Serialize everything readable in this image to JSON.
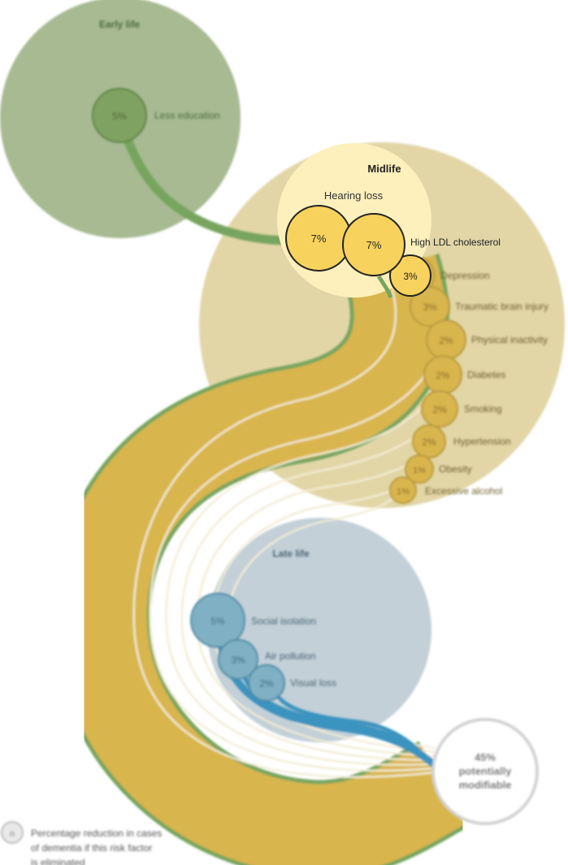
{
  "stages": {
    "early": {
      "label": "Early life"
    },
    "mid": {
      "label": "Midlife"
    },
    "late": {
      "label": "Late life"
    }
  },
  "factors": {
    "less_education": {
      "label": "Less education",
      "value": "5%"
    },
    "hearing_loss": {
      "label": "Hearing loss",
      "value": "7%"
    },
    "high_ldl": {
      "label": "High LDL cholesterol",
      "value": "7%"
    },
    "depression": {
      "label": "Depression",
      "value": "3%"
    },
    "tbi": {
      "label": "Traumatic brain injury",
      "value": "3%"
    },
    "physical_inactivity": {
      "label": "Physical inactivity",
      "value": "2%"
    },
    "diabetes": {
      "label": "Diabetes",
      "value": "2%"
    },
    "smoking": {
      "label": "Smoking",
      "value": "2%"
    },
    "hypertension": {
      "label": "Hypertension",
      "value": "2%"
    },
    "obesity": {
      "label": "Obesity",
      "value": "1%"
    },
    "excessive_alcohol": {
      "label": "Excessive alcohol",
      "value": "1%"
    },
    "social_isolation": {
      "label": "Social isolation",
      "value": "5%"
    },
    "air_pollution": {
      "label": "Air pollution",
      "value": "3%"
    },
    "visual_loss": {
      "label": "Visual loss",
      "value": "2%"
    }
  },
  "total": {
    "line1": "45%",
    "line2": "potentially",
    "line3": "modifiable"
  },
  "legend": {
    "symbol": "n",
    "line1": "Percentage reduction in cases",
    "line2": "of dementia if this risk factor",
    "line3": "is eliminated"
  },
  "colors": {
    "early_bg": "#a7ba92",
    "early_node": "#7fa262",
    "mid_bg": "#e2d6a7",
    "mid_node": "#d9b54e",
    "mid_node_focus": "#f7d35e",
    "late_bg": "#c3d0d8",
    "late_node": "#7fb0c4",
    "band": "#d9b54e",
    "green": "#77a55f",
    "blue": "#3a93bf"
  }
}
